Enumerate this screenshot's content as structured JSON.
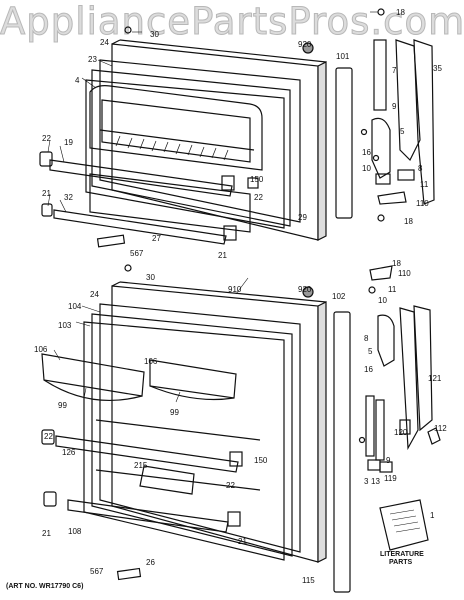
{
  "watermark": "AppliancePartsPros.com",
  "art_no": "(ART NO. WR17790 C6)",
  "literature_label_1": "LITERATURE",
  "literature_label_2": "PARTS",
  "parts_upper": [
    "18",
    "30",
    "24",
    "920",
    "101",
    "23",
    "4",
    "7",
    "35",
    "9",
    "22",
    "19",
    "5",
    "16",
    "10",
    "8",
    "11",
    "150",
    "21",
    "32",
    "22",
    "29",
    "110",
    "27",
    "567",
    "21",
    "18"
  ],
  "parts_lower": [
    "30",
    "18",
    "910",
    "920",
    "110",
    "24",
    "102",
    "11",
    "104",
    "10",
    "103",
    "8",
    "106",
    "106",
    "5",
    "16",
    "99",
    "99",
    "121",
    "9",
    "120",
    "112",
    "22",
    "126",
    "215",
    "150",
    "22",
    "3",
    "13",
    "119",
    "21",
    "108",
    "21",
    "1",
    "26",
    "567",
    "115"
  ]
}
